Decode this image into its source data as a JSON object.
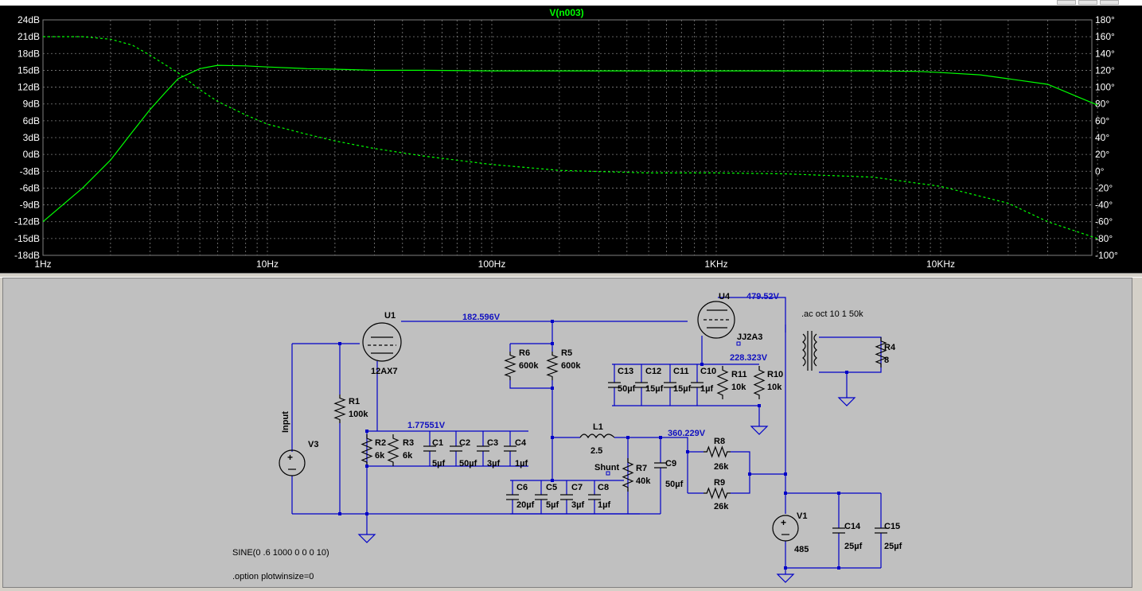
{
  "plot": {
    "trace_label": "V(n003)",
    "trace_color": "#00ff00",
    "background": "#000000"
  },
  "chart_data": {
    "type": "line",
    "title": "V(n003)",
    "x_scale": "log",
    "xlim": [
      1,
      50000
    ],
    "x_ticks": [
      "1Hz",
      "10Hz",
      "100Hz",
      "1KHz",
      "10KHz"
    ],
    "y_left_ticks": [
      "24dB",
      "21dB",
      "18dB",
      "15dB",
      "12dB",
      "9dB",
      "6dB",
      "3dB",
      "0dB",
      "-3dB",
      "-6dB",
      "-9dB",
      "-12dB",
      "-15dB",
      "-18dB"
    ],
    "y_left_range": [
      -18,
      24
    ],
    "y_right_ticks": [
      "180°",
      "160°",
      "140°",
      "120°",
      "100°",
      "80°",
      "60°",
      "40°",
      "20°",
      "0°",
      "-20°",
      "-40°",
      "-60°",
      "-80°",
      "-100°"
    ],
    "y_right_range": [
      -100,
      180
    ],
    "series": [
      {
        "axis": "left",
        "style": "solid",
        "x": [
          1,
          1.5,
          2,
          2.5,
          3,
          3.5,
          4,
          5,
          6,
          8,
          10,
          15,
          20,
          30,
          50,
          100,
          200,
          500,
          1000,
          2000,
          5000,
          8000,
          10000,
          15000,
          20000,
          30000,
          50000
        ],
        "values": [
          -12,
          -6,
          -1,
          4,
          8,
          11,
          13.5,
          15.3,
          15.9,
          15.8,
          15.6,
          15.3,
          15.2,
          15.0,
          15.0,
          14.9,
          14.9,
          14.9,
          14.9,
          14.9,
          14.9,
          14.8,
          14.6,
          14.2,
          13.5,
          12.5,
          8.8
        ]
      },
      {
        "axis": "right",
        "style": "dashed",
        "x": [
          1,
          1.5,
          2,
          2.5,
          3,
          4,
          5,
          6,
          8,
          10,
          15,
          20,
          30,
          50,
          100,
          200,
          500,
          1000,
          2000,
          5000,
          10000,
          20000,
          30000,
          50000
        ],
        "values": [
          160,
          160,
          157,
          150,
          138,
          117,
          97,
          83,
          67,
          56,
          44,
          36,
          27,
          18,
          8,
          1,
          -2,
          -2,
          -3,
          -7,
          -18,
          -38,
          -60,
          -80
        ]
      }
    ]
  },
  "schematic": {
    "components": {
      "U1": "U1",
      "U1_model": "12AX7",
      "U4": "U4",
      "U4_model": "JJ2A3",
      "R1": "R1",
      "R1_val": "100k",
      "R2": "R2",
      "R2_val": "6k",
      "R3": "R3",
      "R3_val": "6k",
      "R4": "R4",
      "R4_val": "8",
      "R5": "R5",
      "R5_val": "600k",
      "R6": "R6",
      "R6_val": "600k",
      "R7": "R7",
      "R7_val": "40k",
      "R8": "R8",
      "R8_val": "26k",
      "R9": "R9",
      "R9_val": "26k",
      "R10": "R10",
      "R10_val": "10k",
      "R11": "R11",
      "R11_val": "10k",
      "C1": "C1",
      "C1_val": "5µf",
      "C2": "C2",
      "C2_val": "50µf",
      "C3": "C3",
      "C3_val": "3µf",
      "C4": "C4",
      "C4_val": "1µf",
      "C5": "C5",
      "C5_val": "5µf",
      "C6": "C6",
      "C6_val": "20µf",
      "C7": "C7",
      "C7_val": "3µf",
      "C8": "C8",
      "C8_val": "1µf",
      "C9": "C9",
      "C9_val": "50µf",
      "C10": "C10",
      "C10_val": "1µf",
      "C11": "C11",
      "C11_val": "15µf",
      "C12": "C12",
      "C12_val": "15µf",
      "C13": "C13",
      "C13_val": "50µf",
      "C14": "C14",
      "C14_val": "25µf",
      "C15": "C15",
      "C15_val": "25µf",
      "L1": "L1",
      "L1_val": "2.5",
      "V1": "V1",
      "V1_val": "485",
      "V3": "V3"
    },
    "net_labels": {
      "input": "Input",
      "shunt": "Shunt"
    },
    "voltages": {
      "v1": "182.596V",
      "v2": "479.52V",
      "v3": "228.323V",
      "v4": "1.77551V",
      "v5": "360.229V"
    },
    "directives": {
      "ac": ".ac oct 10 1 50k",
      "sine": "SINE(0 .6 1000 0 0 0 10)",
      "option": ".option plotwinsize=0"
    }
  }
}
